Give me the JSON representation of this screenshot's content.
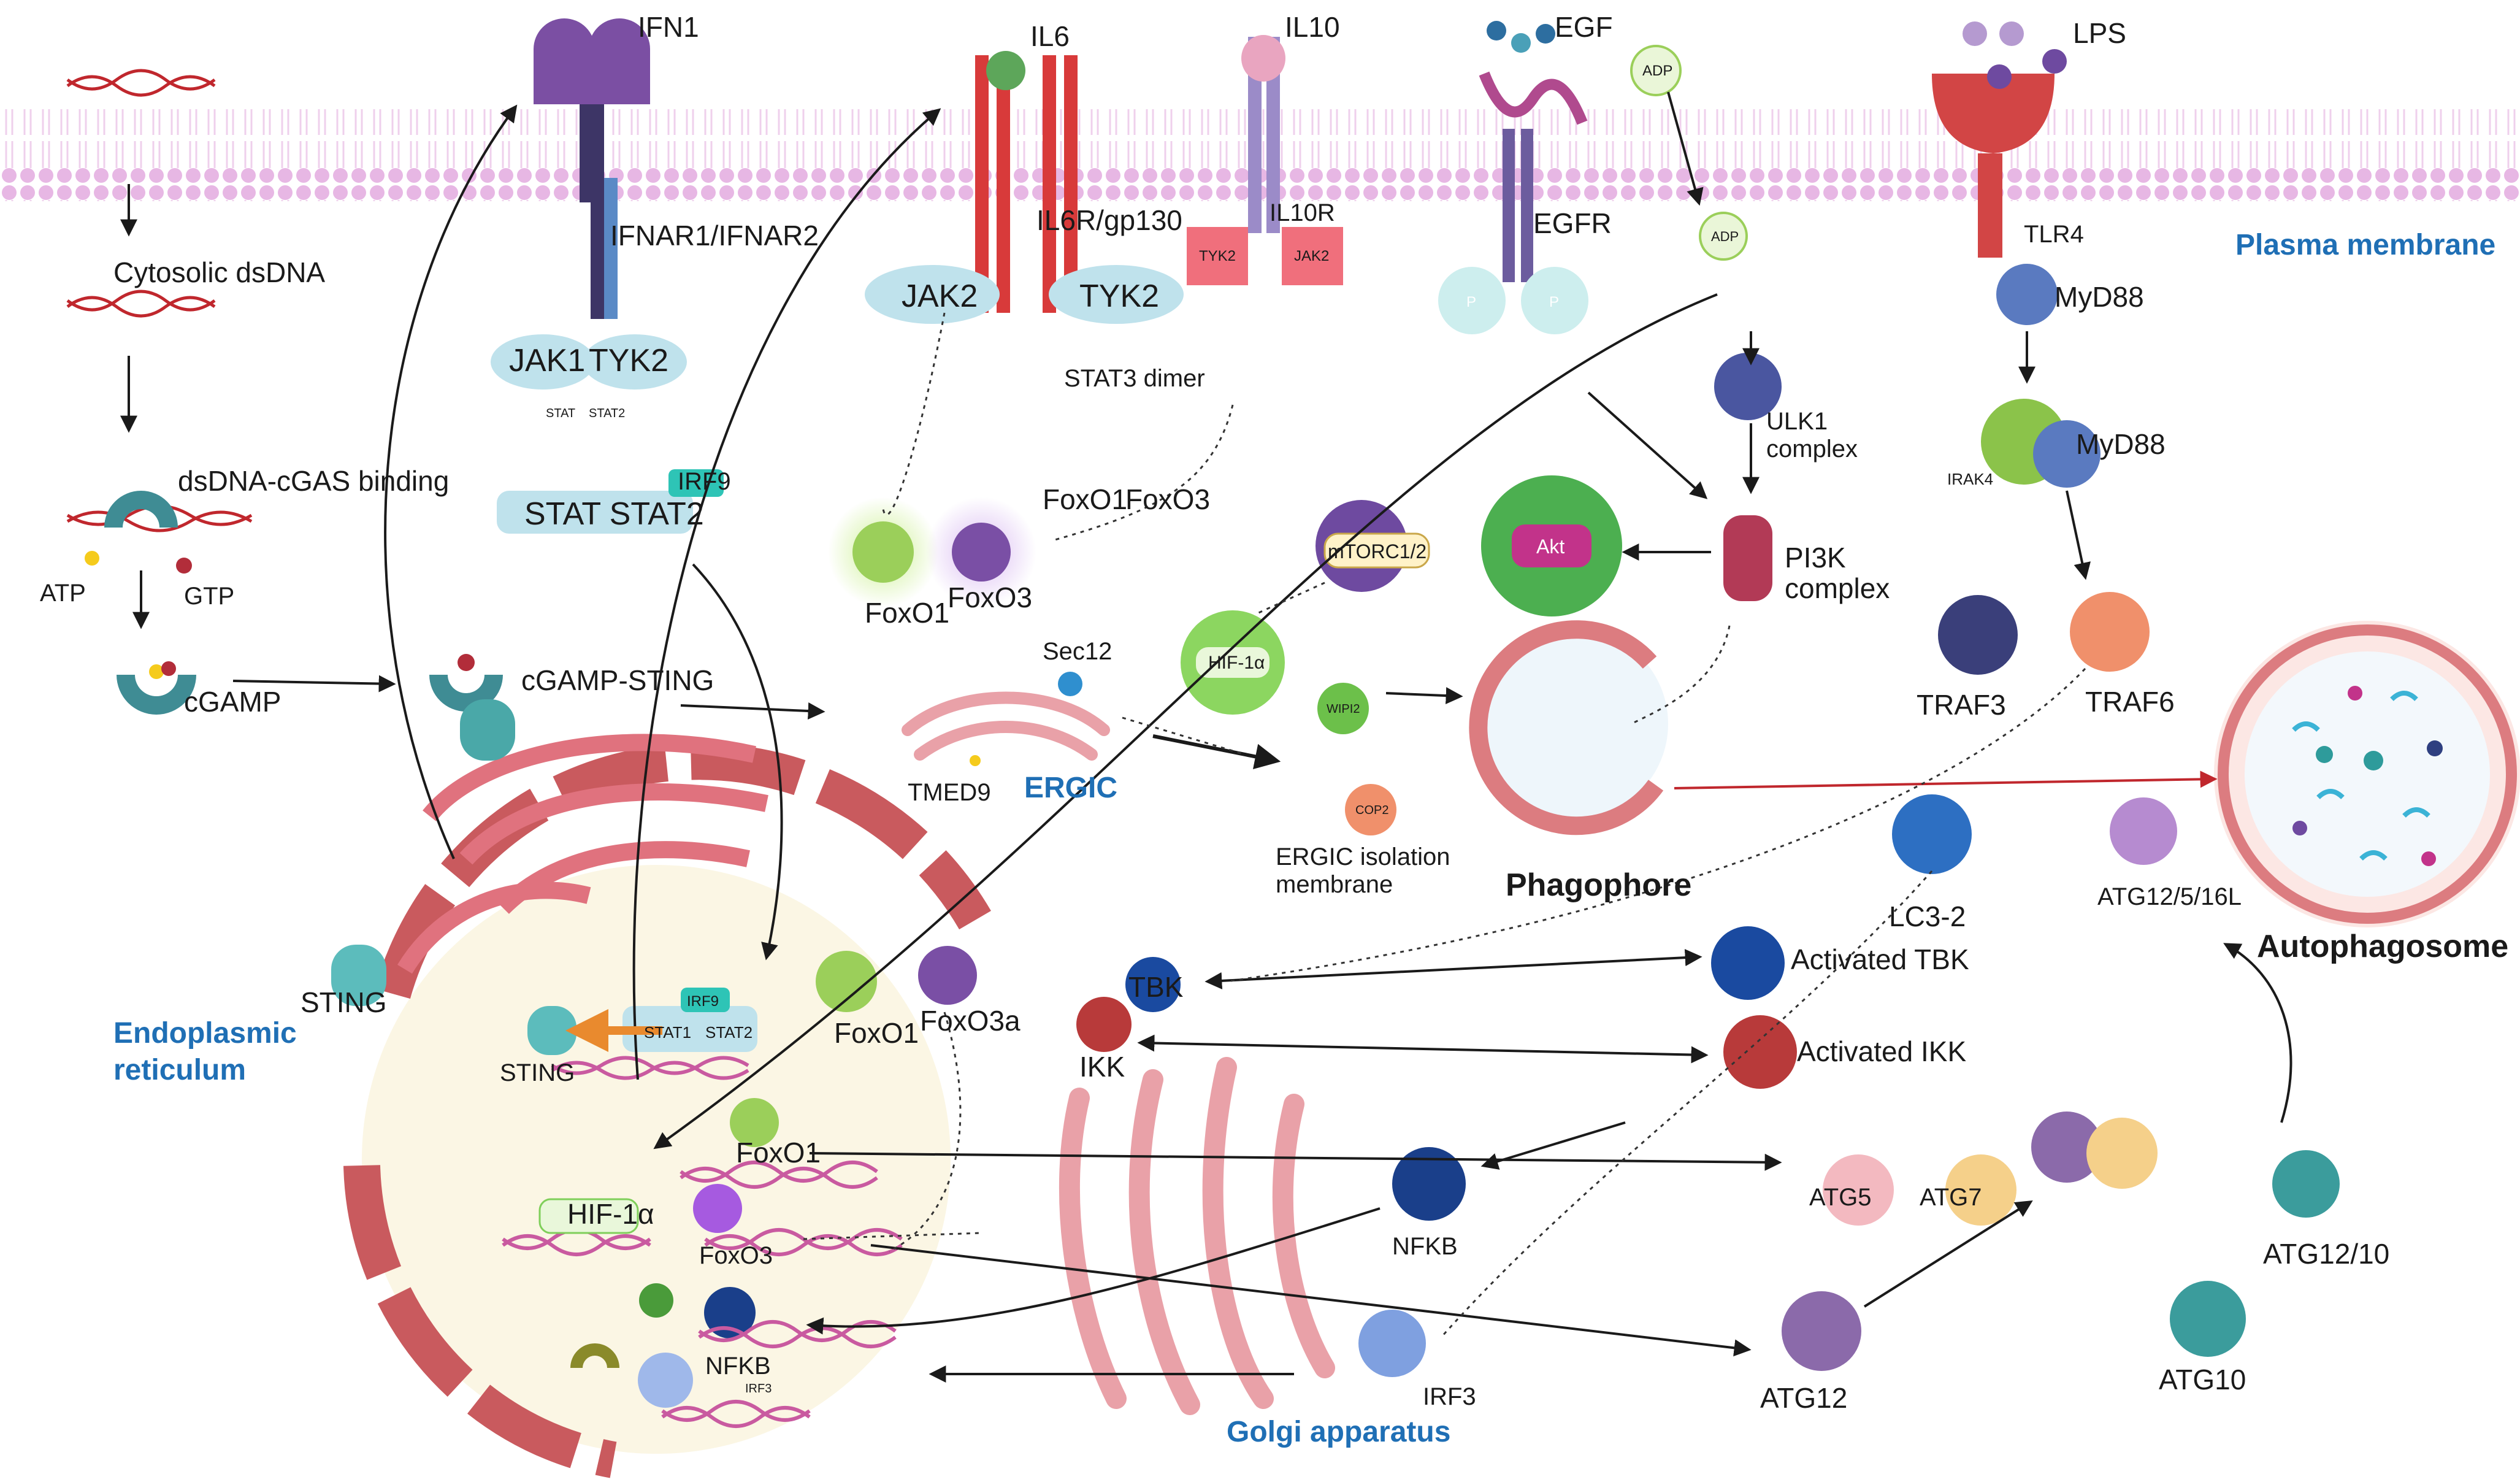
{
  "regions": {
    "plasma_membrane": "Plasma membrane",
    "endoplasmic_reticulum_1": "Endoplasmic",
    "endoplasmic_reticulum_2": "reticulum",
    "golgi": "Golgi apparatus",
    "ergic": "ERGIC"
  },
  "receptors": {
    "ifn1": "IFN1",
    "ifnar": "IFNAR1/IFNAR2",
    "il6": "IL6",
    "il6r": "IL6R/gp130",
    "il10": "IL10",
    "il10r": "IL10R",
    "egf": "EGF",
    "egfr": "EGFR",
    "lps": "LPS",
    "tlr4": "TLR4",
    "adp1": "ADP",
    "adp2": "ADP"
  },
  "kinases": {
    "jak1": "JAK1",
    "tyk2_a": "TYK2",
    "jak2_a": "JAK2",
    "tyk2_b": "TYK2",
    "tyk2_c": "TYK2",
    "jak2_b": "JAK2",
    "p": "P"
  },
  "cgas": {
    "dsdna": "Cytosolic dsDNA",
    "binding": "dsDNA-cGAS binding",
    "atp": "ATP",
    "gtp": "GTP",
    "cgamp": "cGAMP",
    "cgamp_sting": "cGAMP-STING",
    "sting": "STING",
    "sting_small": "STING"
  },
  "stat": {
    "stat_stat2": "STAT STAT2",
    "irf9": "IRF9",
    "irf9_b": "IRF9",
    "stat1": "STAT1",
    "stat2": "STAT2",
    "stat3_dimer": "STAT3 dimer",
    "stat_small": "STAT",
    "stat2_small": "STAT2"
  },
  "fox": {
    "foxo1_a": "FoxO1",
    "foxo3_a": "FoxO3",
    "foxo1_b": "FoxO1",
    "foxo3_b": "FoxO3",
    "foxo1_c": "FoxO1",
    "foxo3a": "FoxO3a",
    "foxo1_d": "FoxO1",
    "foxo3_d": "FoxO3"
  },
  "ergic": {
    "sec12": "Sec12",
    "tmed9": "TMED9",
    "isolation_1": "ERGIC isolation",
    "isolation_2": "membrane",
    "wipi2": "WIPI2",
    "cop2": "COP2"
  },
  "signaling": {
    "mtorc": "mTORC1/2",
    "akt": "Akt",
    "hif": "HIF-1α",
    "hif_nuc": "HIF-1α",
    "ulk1_1": "ULK1",
    "ulk1_2": "complex",
    "pi3k_1": "PI3K",
    "pi3k_2": "complex",
    "myd88_a": "MyD88",
    "myd88_b": "MyD88",
    "irak4": "IRAK4",
    "traf3": "TRAF3",
    "traf6": "TRAF6",
    "tbk": "TBK",
    "ikk": "IKK",
    "act_tbk": "Activated TBK",
    "act_ikk": "Activated IKK",
    "nfkb": "NFKB",
    "nfkb_nuc": "NFKB",
    "irf3": "IRF3",
    "irf3_small": "IRF3",
    "lc3": "LC3-2"
  },
  "autophagy": {
    "phagophore": "Phagophore",
    "autophagosome": "Autophagosome",
    "atg12516": "ATG12/5/16L",
    "atg5": "ATG5",
    "atg7": "ATG7",
    "atg12": "ATG12",
    "atg10": "ATG10",
    "atg1210": "ATG12/10"
  },
  "colors": {
    "membrane": "#e7b7e4",
    "ifn": "#7b4fa3",
    "il6": "#d83a3a",
    "il10": "#9b8bc8",
    "egf": "#b04a8e",
    "lps": "#d24545",
    "jak": "#bfe2ec",
    "p_yellow": "#f5cb1c",
    "sting": "#3f9c9c",
    "foxo1": "#9bcf5a",
    "foxo3": "#7a4fa5",
    "er": "#e0727e",
    "nucleus": "#fbf6e4",
    "hif": "#7fcf5a",
    "akt": "#c2338a",
    "mtor": "#6e4aa0",
    "traf3": "#3a3f7a",
    "traf6": "#f0906b",
    "tbk": "#1a4aa0",
    "ikk": "#b83a3a",
    "atg5": "#f3b9c0",
    "atg7": "#f5d08a",
    "atg12": "#8b6aaa",
    "atg10": "#3b9c9c",
    "lc3": "#2d6fc2"
  }
}
